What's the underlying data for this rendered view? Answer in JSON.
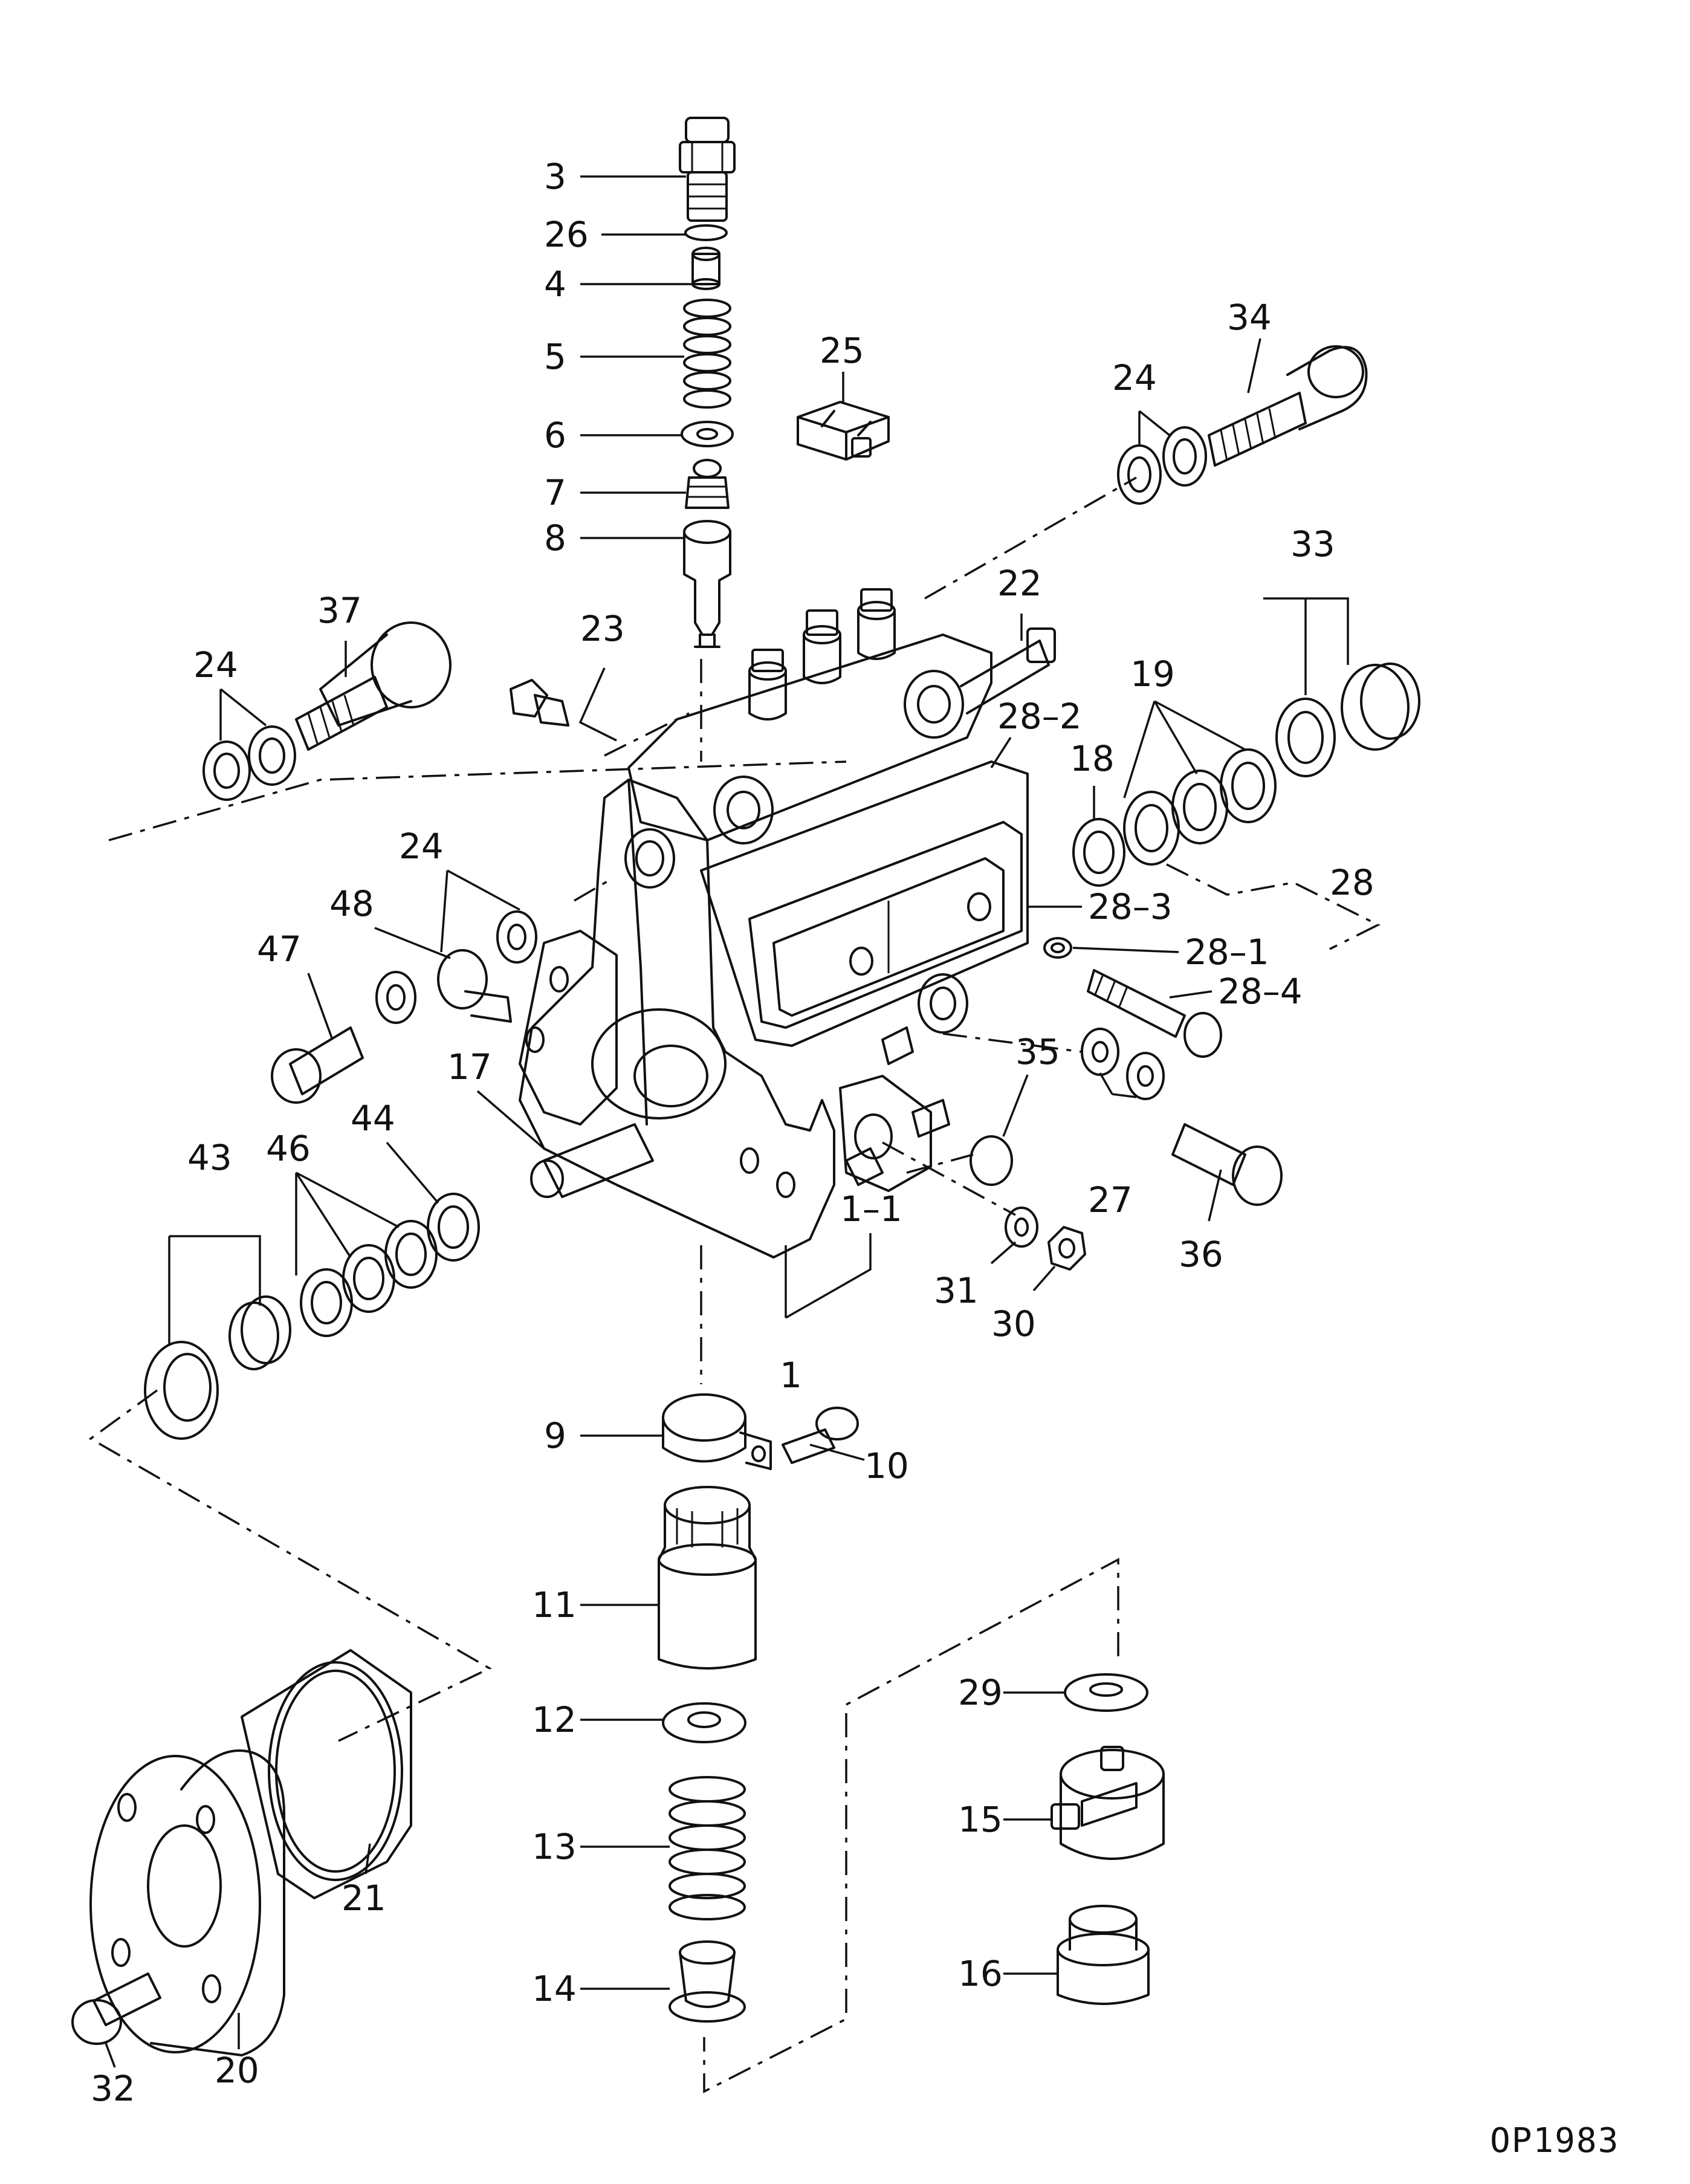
{
  "drawing_code": "OP1983",
  "callouts": [
    {
      "id": "c3",
      "label": "3"
    },
    {
      "id": "c26",
      "label": "26"
    },
    {
      "id": "c4",
      "label": "4"
    },
    {
      "id": "c5",
      "label": "5"
    },
    {
      "id": "c6",
      "label": "6"
    },
    {
      "id": "c7",
      "label": "7"
    },
    {
      "id": "c8",
      "label": "8"
    },
    {
      "id": "c25",
      "label": "25"
    },
    {
      "id": "c34",
      "label": "34"
    },
    {
      "id": "c24a",
      "label": "24"
    },
    {
      "id": "c37",
      "label": "37"
    },
    {
      "id": "c24b",
      "label": "24"
    },
    {
      "id": "c23",
      "label": "23"
    },
    {
      "id": "c22",
      "label": "22"
    },
    {
      "id": "c33",
      "label": "33"
    },
    {
      "id": "c19",
      "label": "19"
    },
    {
      "id": "c28_2",
      "label": "28–2"
    },
    {
      "id": "c18",
      "label": "18"
    },
    {
      "id": "c28",
      "label": "28"
    },
    {
      "id": "c24c",
      "label": "24"
    },
    {
      "id": "c48",
      "label": "48"
    },
    {
      "id": "c47",
      "label": "47"
    },
    {
      "id": "c28_3",
      "label": "28–3"
    },
    {
      "id": "c28_1",
      "label": "28–1"
    },
    {
      "id": "c28_4",
      "label": "28–4"
    },
    {
      "id": "c17",
      "label": "17"
    },
    {
      "id": "c44",
      "label": "44"
    },
    {
      "id": "c35",
      "label": "35"
    },
    {
      "id": "c46",
      "label": "46"
    },
    {
      "id": "c43",
      "label": "43"
    },
    {
      "id": "c27",
      "label": "27"
    },
    {
      "id": "c1_1",
      "label": "1–1"
    },
    {
      "id": "c36",
      "label": "36"
    },
    {
      "id": "c31",
      "label": "31"
    },
    {
      "id": "c30",
      "label": "30"
    },
    {
      "id": "c1",
      "label": "1"
    },
    {
      "id": "c9",
      "label": "9"
    },
    {
      "id": "c10",
      "label": "10"
    },
    {
      "id": "c11",
      "label": "11"
    },
    {
      "id": "c29",
      "label": "29"
    },
    {
      "id": "c12",
      "label": "12"
    },
    {
      "id": "c15",
      "label": "15"
    },
    {
      "id": "c13",
      "label": "13"
    },
    {
      "id": "c21",
      "label": "21"
    },
    {
      "id": "c16",
      "label": "16"
    },
    {
      "id": "c14",
      "label": "14"
    },
    {
      "id": "c20",
      "label": "20"
    },
    {
      "id": "c32",
      "label": "32"
    }
  ]
}
